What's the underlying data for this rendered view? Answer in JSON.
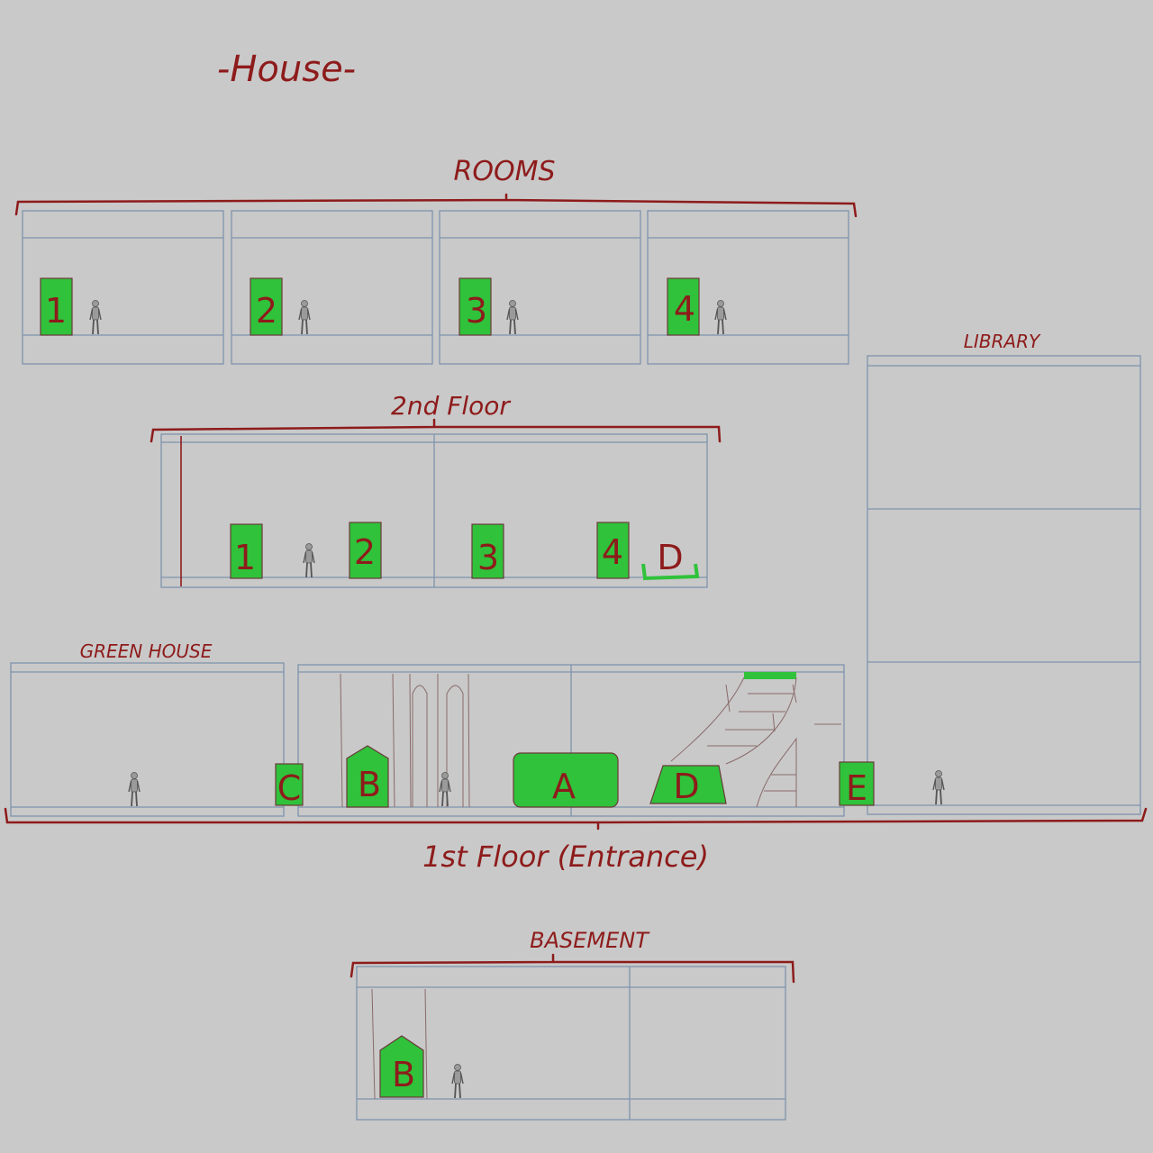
{
  "title": "-House-",
  "sections": {
    "rooms": {
      "label": "ROOMS",
      "doors": [
        "1",
        "2",
        "3",
        "4"
      ]
    },
    "second_floor": {
      "label": "2nd Floor",
      "doors": [
        "1",
        "2",
        "3",
        "4"
      ],
      "stairs": "D"
    },
    "library": {
      "label": "LIBRARY"
    },
    "green_house": {
      "label": "GREEN HOUSE"
    },
    "first_floor": {
      "label": "1st Floor (Entrance)",
      "doors": [
        "C",
        "B",
        "A",
        "D",
        "E"
      ]
    },
    "basement": {
      "label": "BASEMENT",
      "doors": [
        "B"
      ]
    }
  },
  "colors": {
    "accent": "#8e1b1b",
    "door": "#2fc23a",
    "outline": "#7f93ad",
    "background": "#c9c9c9"
  }
}
